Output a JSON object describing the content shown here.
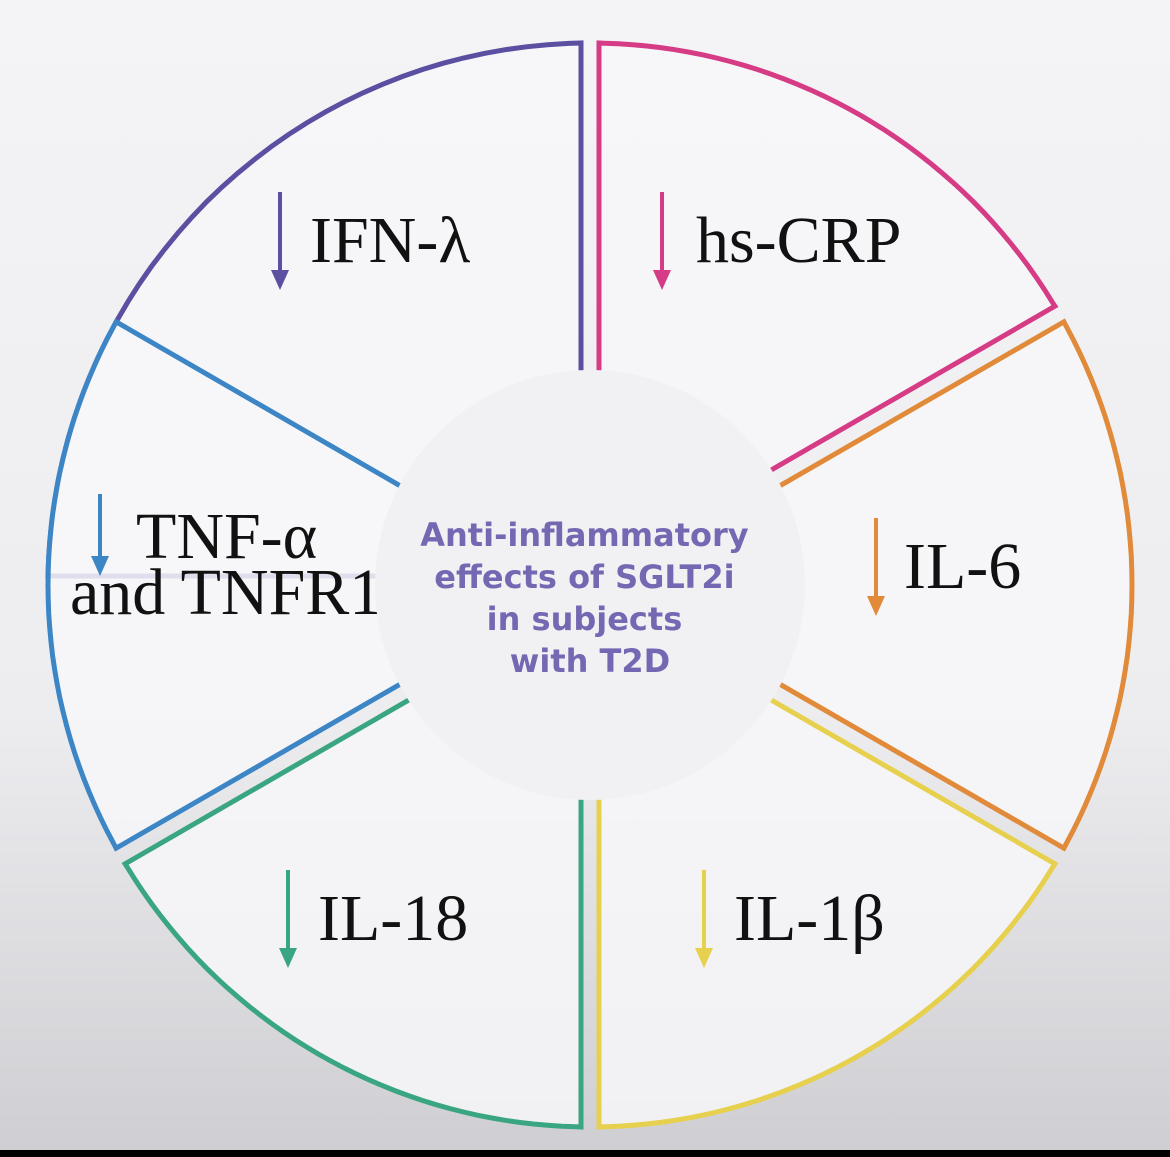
{
  "diagram": {
    "center_lines": [
      "Anti-inflammatory",
      "effects of SGLT2i",
      "in subjects",
      "with T2D"
    ],
    "segments": [
      {
        "id": "ifn-lambda",
        "lines": [
          "IFN-λ"
        ],
        "arrow": "down",
        "color": "#5a4fa0"
      },
      {
        "id": "hs-crp",
        "lines": [
          "hs-CRP"
        ],
        "arrow": "down",
        "color": "#d63c86"
      },
      {
        "id": "il-6",
        "lines": [
          "IL-6"
        ],
        "arrow": "down",
        "color": "#e08a3a"
      },
      {
        "id": "il-1beta",
        "lines": [
          "IL-1β"
        ],
        "arrow": "down",
        "color": "#e6d04e"
      },
      {
        "id": "il-18",
        "lines": [
          "IL-18"
        ],
        "arrow": "down",
        "color": "#3aa581"
      },
      {
        "id": "tnf-alpha",
        "lines": [
          "TNF-α",
          "and TNFR1"
        ],
        "arrow": "down",
        "color": "#3d86c6"
      }
    ]
  }
}
